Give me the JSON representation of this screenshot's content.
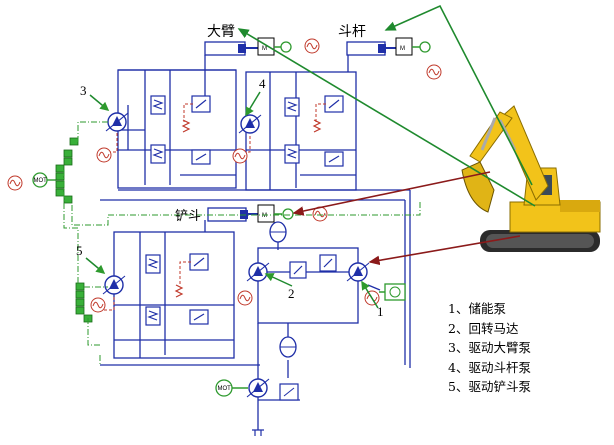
{
  "labels": {
    "boom": "大臂",
    "stick": "斗杆",
    "bucket": "铲斗",
    "n1": "1",
    "n2": "2",
    "n3": "3",
    "n4": "4",
    "n5": "5"
  },
  "symbols": {
    "motor_unit": "M",
    "motor_driver": "MOT"
  },
  "legend": [
    "1、储能泵",
    "2、回转马达",
    "3、驱动大臂泵",
    "4、驱动斗杆泵",
    "5、驱动铲斗泵"
  ],
  "colors": {
    "hydraulic_line": "#1f2fa8",
    "sensor_green": "#2e9a2e",
    "feedback_red": "#c0392b",
    "excavator_yellow": "#f2c31a"
  },
  "icons": [
    "pump-icon",
    "motor-icon",
    "accumulator-icon",
    "relief-valve-icon",
    "spring-valve-icon",
    "cylinder-icon",
    "sensor-icon",
    "signal-source-icon",
    "excavator-image"
  ]
}
